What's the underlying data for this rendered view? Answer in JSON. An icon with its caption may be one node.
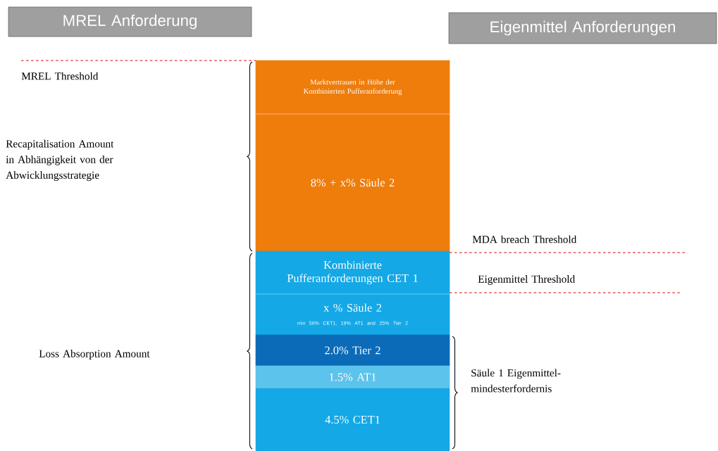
{
  "diagram": {
    "nodes": [
      {
        "text": [
          "MREL Anforderung"
        ]
      },
      {
        "text": [
          "Eigenmittel Anforderungen"
        ]
      },
      {
        "text": [
          "Marktvertrauen in Höhe der Kombinierten Pufferanforderung"
        ]
      },
      {
        "text": [
          "8% + x% Säule 2"
        ]
      },
      {
        "text": [
          "Kombinierte Pufferanforderungen CET 1"
        ]
      },
      {
        "text": [
          "x % Säule 2",
          "min 56% CET1, 19% AT1 and 25% Tier 2"
        ]
      },
      {
        "text": [
          "2.0% Tier 2"
        ]
      },
      {
        "text": [
          "1.5% AT1"
        ]
      },
      {
        "text": [
          "4.5% CET1"
        ]
      }
    ],
    "labels": [
      "MREL Threshold",
      "Recapitalisation Amount in Abhängigkeit von der Abwicklungsstrategie",
      "MDA breach Threshold",
      "Eigenmittel Threshold",
      "Loss Absorption Amount",
      "Säule 1 Eigenmittel- mindesterfordernis"
    ]
  }
}
